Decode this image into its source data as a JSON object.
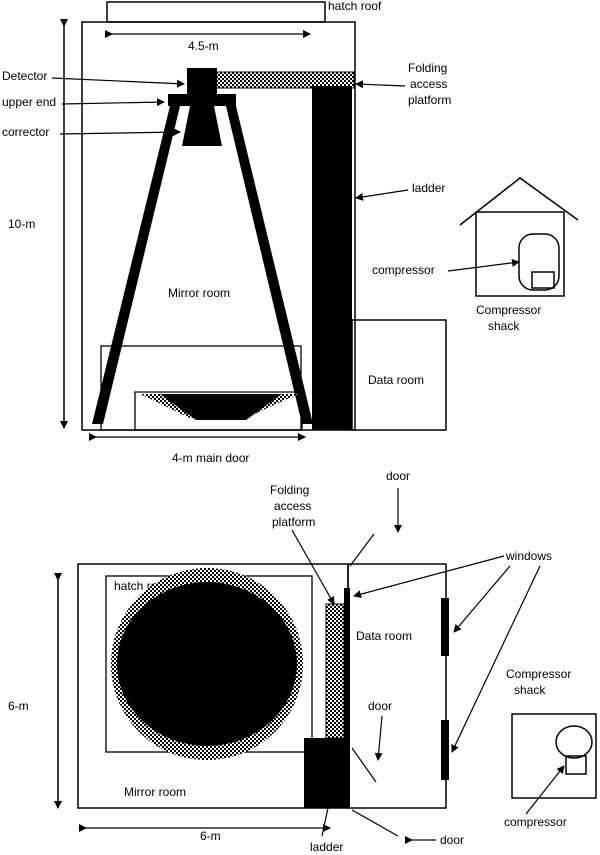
{
  "elevation": {
    "hatch_roof": "hatch roof",
    "width_dim": "4.5-m",
    "detector": "Detector",
    "upper_end": "upper end",
    "corrector": "corrector",
    "folding_line1": "Folding",
    "folding_line2": "access",
    "folding_line3": "platform",
    "ladder": "ladder",
    "height_dim": "10-m",
    "mirror_room": "Mirror room",
    "data_room": "Data room",
    "main_door": "4-m main door",
    "compressor": "compressor",
    "shack_line1": "Compressor",
    "shack_line2": "shack"
  },
  "plan": {
    "folding_line1": "Folding",
    "folding_line2": "access",
    "folding_line3": "platform",
    "door_top": "door",
    "windows": "windows",
    "hatch_roof": "hatch roof",
    "data_room": "Data room",
    "shack_line1": "Compressor",
    "shack_line2": "shack",
    "height_dim": "6-m",
    "door_mid": "door",
    "mirror_room": "Mirror room",
    "compressor": "compressor",
    "width_dim": "6-m",
    "ladder": "ladder",
    "door_bottom": "door"
  }
}
